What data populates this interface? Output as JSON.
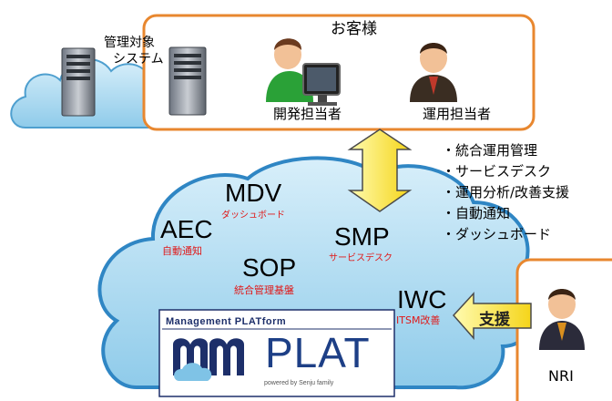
{
  "customer_box": {
    "title": "お客様"
  },
  "managed_system": {
    "line1": "管理対象",
    "line2": "システム"
  },
  "people": {
    "developer": "開発担当者",
    "operator": "運用担当者",
    "nri": "NRI"
  },
  "services": [
    {
      "name": "MDV",
      "sub": "ダッシュボード"
    },
    {
      "name": "AEC",
      "sub": "自動通知"
    },
    {
      "name": "SMP",
      "sub": "サービスデスク"
    },
    {
      "name": "SOP",
      "sub": "統合管理基盤"
    },
    {
      "name": "IWC",
      "sub": "ITSM改善"
    }
  ],
  "features": [
    "・統合運用管理",
    "・サービスデスク",
    "・運用分析/改善支援",
    "・自動通知",
    "・ダッシュボード"
  ],
  "support_label": "支援",
  "logo": {
    "header": "Management PLATform",
    "plat": "PLAT",
    "powered": "powered by Senju family"
  },
  "colors": {
    "orange": "#e8872f",
    "cloud": "#a9d6ef",
    "arrow": "#fff200"
  }
}
